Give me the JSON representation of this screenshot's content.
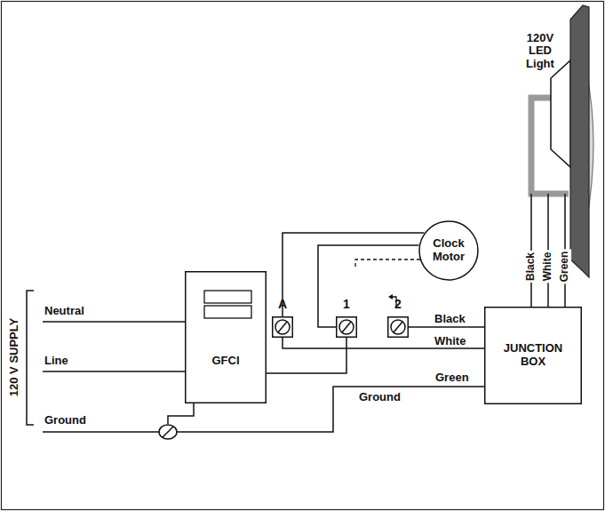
{
  "diagram": {
    "nodes": [
      {
        "text": [
          "120V LED Light"
        ]
      },
      {
        "text": [
          "Clock Motor"
        ]
      },
      {
        "text": [
          "GFCI"
        ]
      },
      {
        "text": [
          "A"
        ]
      },
      {
        "text": [
          "1"
        ]
      },
      {
        "text": [
          "2"
        ]
      },
      {
        "text": [
          "JUNCTION BOX"
        ]
      }
    ],
    "edges": [
      {
        "from": 3,
        "to": 1,
        "arrow": "none"
      },
      {
        "from": 4,
        "to": 1,
        "arrow": "none"
      },
      {
        "from": 2,
        "to": 4,
        "arrow": "none"
      },
      {
        "from": 3,
        "to": 6,
        "arrow": "none",
        "label": "White"
      },
      {
        "from": 5,
        "to": 6,
        "arrow": "none",
        "label": "Black"
      },
      {
        "from": 0,
        "to": 6,
        "arrow": "none",
        "label": "Black"
      },
      {
        "from": 0,
        "to": 6,
        "arrow": "none",
        "label": "White"
      },
      {
        "from": 0,
        "to": 6,
        "arrow": "none",
        "label": "Green"
      }
    ],
    "labels": [
      "120 V SUPPLY",
      "Neutral",
      "Line",
      "Ground",
      "Green",
      "Ground"
    ]
  }
}
